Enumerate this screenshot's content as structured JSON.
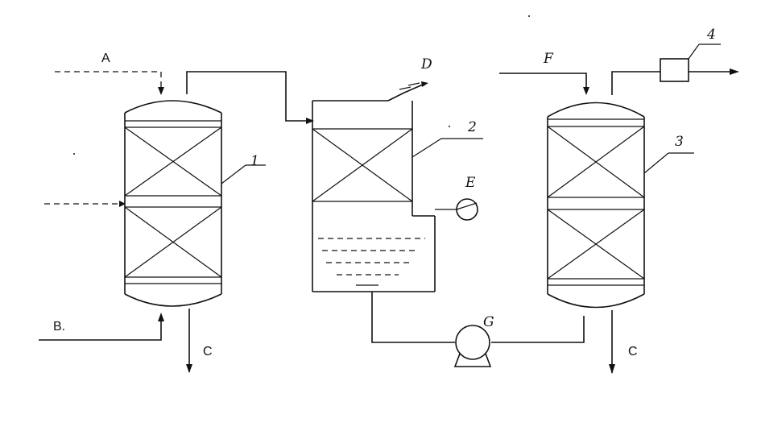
{
  "labels": {
    "inlet_a": "A",
    "inlet_b": "B.",
    "outlet_c_left": "C",
    "outlet_c_right": "C",
    "vent_d": "D",
    "inlet_f": "F",
    "gauge_e": "E",
    "pump_g": "G",
    "reactor_1": "1",
    "tower_2": "2",
    "reactor_3": "3",
    "unit_4": "4"
  }
}
